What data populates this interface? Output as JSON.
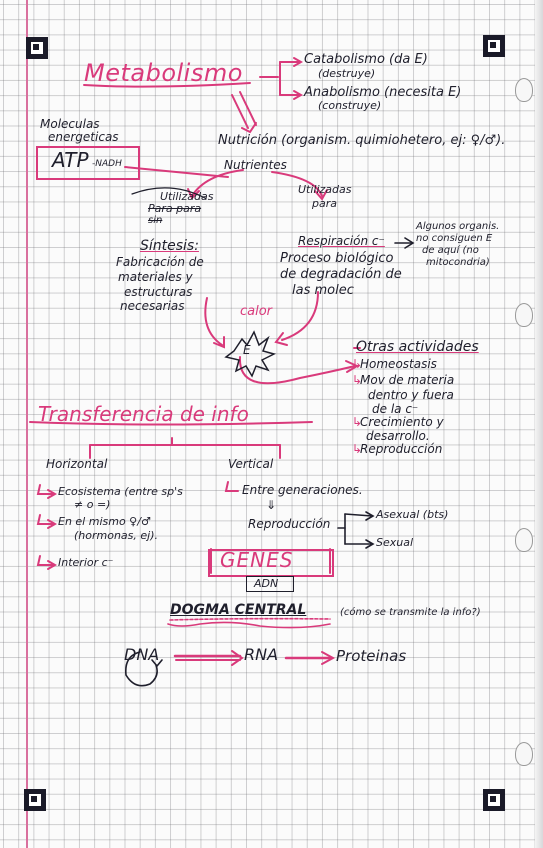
{
  "metabolismo": {
    "title": "Metabolismo",
    "catabolismo": "Catabolismo (da E)",
    "catabolismo_note": "(destruye)",
    "anabolismo": "Anabolismo (necesita E)",
    "anabolismo_note": "(construye)"
  },
  "energy_box": {
    "heading_line1": "Moleculas",
    "heading_line2": "energeticas",
    "atp": "ATP",
    "nadh": "-NADH"
  },
  "nutricion": "Nutrición (organism. quimiohetero, ej: ♀/♂).",
  "nutrientes": "Nutrientes",
  "utilizadas_left": [
    "Utilizadas",
    "Para para",
    "sin"
  ],
  "utilizadas_right": [
    "Utilizadas",
    "para"
  ],
  "sintesis": {
    "title": "Síntesis:",
    "lines": [
      "Fabricación de",
      "materiales y",
      "estructuras",
      "necesarias"
    ]
  },
  "respiracion": {
    "title": "Respiración c⁻",
    "lines": [
      "Proceso biológico",
      "de degradación de",
      "las molec"
    ]
  },
  "algunos": {
    "lines": [
      "Algunos organis.",
      "no consiguen E",
      "de aquí (no",
      "mitocondria)"
    ]
  },
  "calor": "calor",
  "energy_symbol": "E",
  "otras": {
    "title": "Otras actividades",
    "items": [
      "Homeostasis",
      "Mov de materia",
      "dentro y fuera",
      "de la c⁻",
      "Crecimiento y",
      "desarrollo.",
      "Reproducción"
    ]
  },
  "transferencia": {
    "title": "Transferencia de info",
    "horizontal": "Horizontal",
    "vertical": "Vertical",
    "h_items": [
      "Ecosistema (entre sp's",
      "≠ o =)",
      "En el mismo ♀/♂",
      "(hormonas, ej).",
      "Interior c⁻"
    ],
    "v_item": "Entre generaciones.",
    "arrow_down": "⇓",
    "reproduccion": "Reproducción",
    "asexual": "Asexual (bts)",
    "sexual": "Sexual"
  },
  "genes": "GENES",
  "adn": "ADN",
  "dogma": {
    "title": "DOGMA CENTRAL",
    "question": "(cómo se transmite la info?)",
    "dna": "DNA",
    "rna": "RNA",
    "proteinas": "Proteinas"
  },
  "colors": {
    "pink": "#d93a7b",
    "ink": "#1f1f2c",
    "grid": "#8a8a90"
  }
}
